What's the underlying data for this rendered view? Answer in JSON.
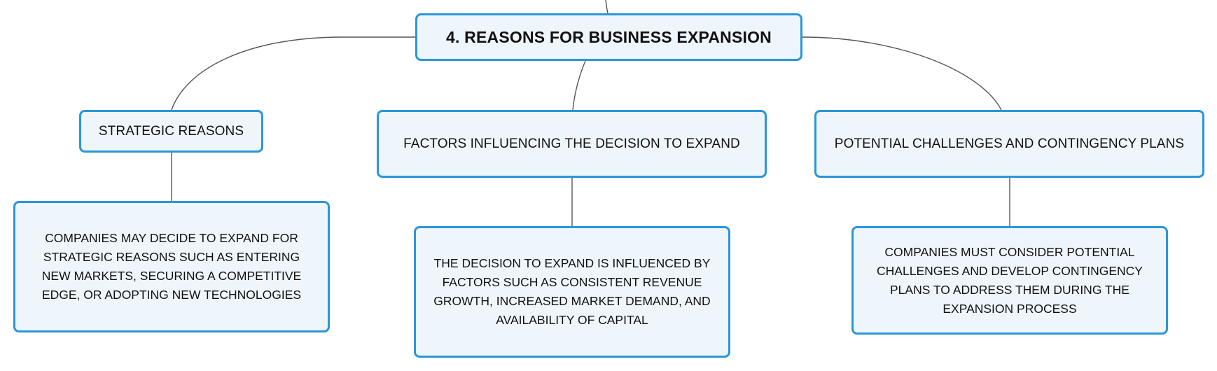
{
  "root": {
    "label": "4. REASONS FOR BUSINESS EXPANSION"
  },
  "branches": [
    {
      "label": "STRATEGIC REASONS",
      "description": "COMPANIES MAY DECIDE TO EXPAND FOR STRATEGIC REASONS SUCH AS ENTERING NEW MARKETS, SECURING A COMPETITIVE EDGE, OR ADOPTING NEW TECHNOLOGIES"
    },
    {
      "label": "FACTORS INFLUENCING THE DECISION TO EXPAND",
      "description": "THE DECISION TO EXPAND IS INFLUENCED BY FACTORS SUCH AS CONSISTENT REVENUE GROWTH, INCREASED MARKET DEMAND, AND AVAILABILITY OF CAPITAL"
    },
    {
      "label": "POTENTIAL CHALLENGES AND CONTINGENCY PLANS",
      "description": "COMPANIES MUST CONSIDER POTENTIAL CHALLENGES AND DEVELOP CONTINGENCY PLANS TO ADDRESS THEM DURING THE EXPANSION PROCESS"
    }
  ],
  "colors": {
    "node_border": "#2b96d8",
    "node_fill": "#eef6fc",
    "connector": "#555555",
    "text": "#111111"
  }
}
